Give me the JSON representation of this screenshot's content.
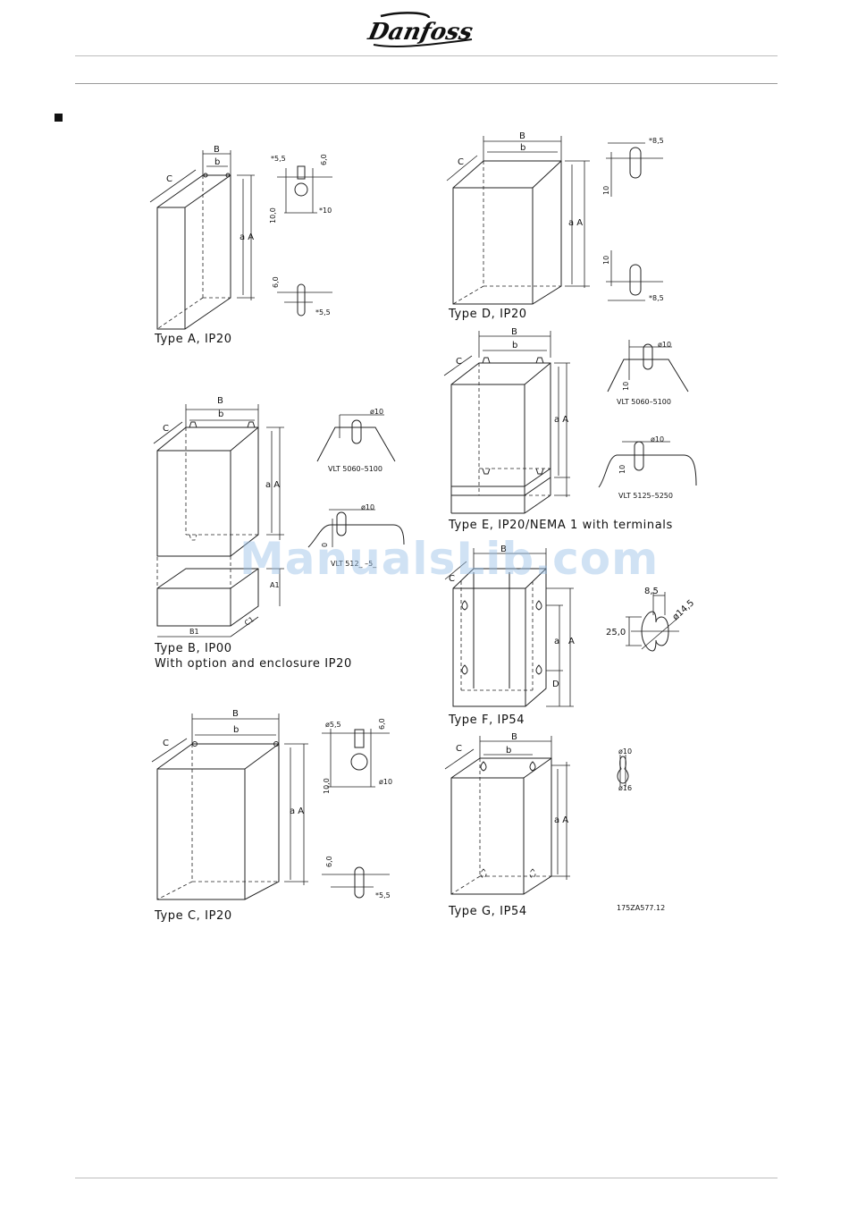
{
  "header": {
    "logo_text": "Danfoss"
  },
  "watermark": "ManualsLib.com",
  "types": {
    "a": {
      "caption": "Type A, IP20",
      "labels": {
        "B": "B",
        "b": "b",
        "C": "C",
        "aA": "a A"
      },
      "hole": {
        "d1": "*5,5",
        "d2": "6,0",
        "d3": "10,0",
        "d4": "*10",
        "d5": "6,0",
        "d6": "*5,5"
      }
    },
    "b": {
      "caption": "Type B, IP00",
      "caption2": "With option and enclosure IP20",
      "labels": {
        "B": "B",
        "b": "b",
        "C": "C",
        "aA": "a A",
        "A1": "A1",
        "B1": "B1",
        "C1": "C1"
      },
      "hole": {
        "d10a": "ø10",
        "vlt1": "VLT 5060–5100",
        "d10b": "ø10",
        "zero": "0",
        "vlt2": "VLT 512_ –5_"
      }
    },
    "c": {
      "caption": "Type C, IP20",
      "labels": {
        "B": "B",
        "b": "b",
        "C": "C",
        "aA": "a A"
      },
      "hole": {
        "d1": "ø5,5",
        "d2": "6,0",
        "d3": "10,0",
        "d4": "ø10",
        "d5": "6,0",
        "d6": "*5,5"
      }
    },
    "d": {
      "caption": "Type D, IP20",
      "labels": {
        "B": "B",
        "b": "b",
        "C": "C",
        "aA": "a A"
      },
      "hole": {
        "d1": "*8,5",
        "d2": "10",
        "d3": "10",
        "d4": "*8,5"
      }
    },
    "e": {
      "caption": "Type E, IP20/NEMA 1 with terminals",
      "labels": {
        "B": "B",
        "b": "b",
        "C": "C",
        "aA": "a A"
      },
      "hole": {
        "d10a": "ø10",
        "ten": "10",
        "vlt1": "VLT 5060–5100",
        "d10b": "ø10",
        "ten2": "10",
        "vlt2": "VLT 5125–5250"
      }
    },
    "f": {
      "caption": "Type F, IP54",
      "labels": {
        "B": "B",
        "C": "C",
        "a": "a",
        "A": "A",
        "D": "D"
      },
      "hole": {
        "d1": "8,5",
        "d2": "25,0",
        "d3": "ø14,5"
      }
    },
    "g": {
      "caption": "Type G, IP54",
      "labels": {
        "B": "B",
        "b": "b",
        "C": "C",
        "aA": "a A"
      },
      "hole": {
        "d1": "ø10",
        "d2": "ø16"
      },
      "code": "175ZA577.12"
    }
  }
}
